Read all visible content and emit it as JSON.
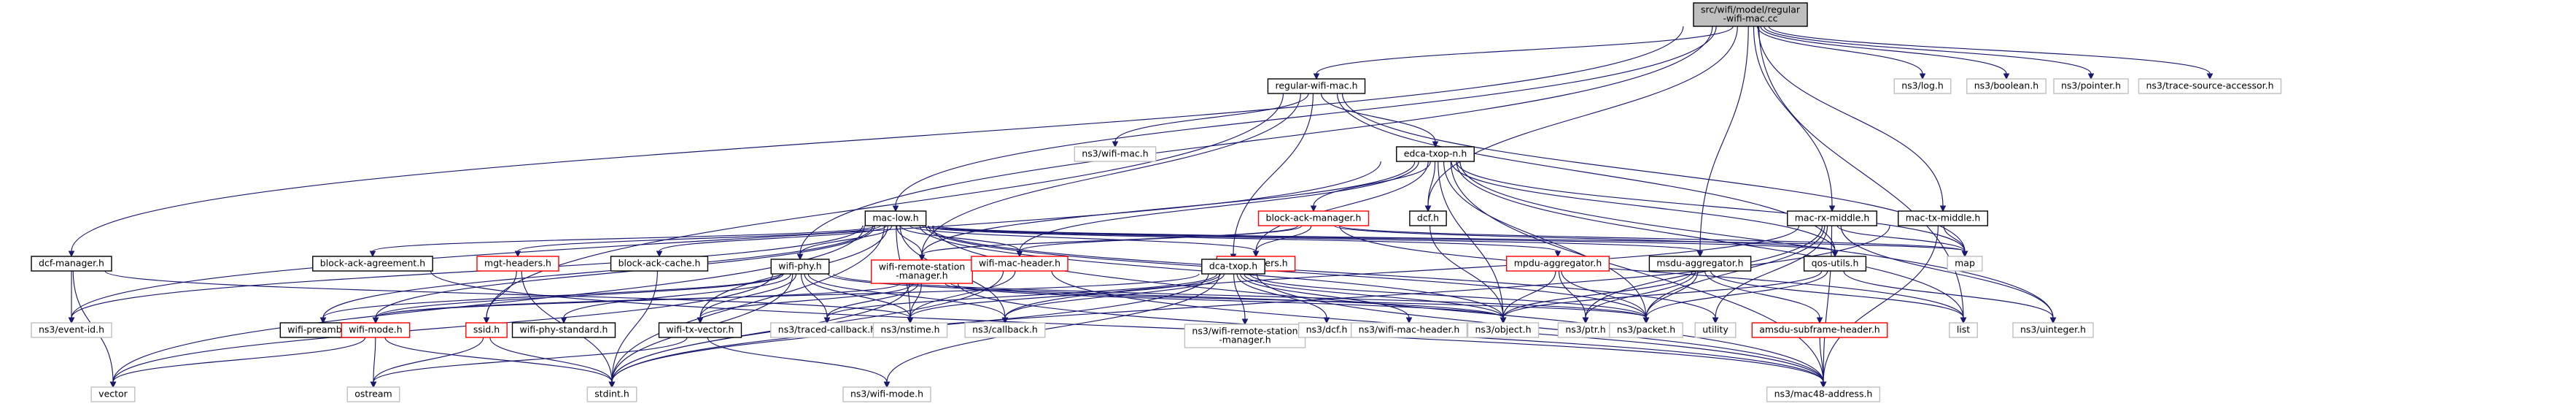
{
  "colors": {
    "edge": "#191970",
    "root_fill": "#bfbfbf",
    "border_documented": "#000000",
    "border_incomplete": "#ff0000",
    "border_external": "#bfbfbf"
  },
  "nodes": [
    {
      "id": "root",
      "lines": [
        "src/wifi/model/regular",
        "-wifi-mac.cc"
      ],
      "style": "root"
    },
    {
      "id": "regular_wifi_mac_h",
      "lines": [
        "regular-wifi-mac.h"
      ],
      "style": "documented"
    },
    {
      "id": "ns3_log_h",
      "lines": [
        "ns3/log.h"
      ],
      "style": "external"
    },
    {
      "id": "ns3_boolean_h",
      "lines": [
        "ns3/boolean.h"
      ],
      "style": "external"
    },
    {
      "id": "ns3_pointer_h",
      "lines": [
        "ns3/pointer.h"
      ],
      "style": "external"
    },
    {
      "id": "ns3_trace_source_accessor_h",
      "lines": [
        "ns3/trace-source-accessor.h"
      ],
      "style": "external"
    },
    {
      "id": "ns3_wifi_mac_h",
      "lines": [
        "ns3/wifi-mac.h"
      ],
      "style": "external"
    },
    {
      "id": "edca_txop_n_h",
      "lines": [
        "edca-txop-n.h"
      ],
      "style": "documented"
    },
    {
      "id": "mac_low_h",
      "lines": [
        "mac-low.h"
      ],
      "style": "documented"
    },
    {
      "id": "block_ack_manager_h",
      "lines": [
        "block-ack-manager.h"
      ],
      "style": "incomplete"
    },
    {
      "id": "dcf_h",
      "lines": [
        "dcf.h"
      ],
      "style": "documented"
    },
    {
      "id": "mac_rx_middle_h",
      "lines": [
        "mac-rx-middle.h"
      ],
      "style": "documented"
    },
    {
      "id": "mac_tx_middle_h",
      "lines": [
        "mac-tx-middle.h"
      ],
      "style": "documented"
    },
    {
      "id": "dcf_manager_h",
      "lines": [
        "dcf-manager.h"
      ],
      "style": "documented"
    },
    {
      "id": "block_ack_agreement_h",
      "lines": [
        "block-ack-agreement.h"
      ],
      "style": "documented"
    },
    {
      "id": "mgt_headers_h",
      "lines": [
        "mgt-headers.h"
      ],
      "style": "incomplete"
    },
    {
      "id": "block_ack_cache_h",
      "lines": [
        "block-ack-cache.h"
      ],
      "style": "documented"
    },
    {
      "id": "wifi_phy_h",
      "lines": [
        "wifi-phy.h"
      ],
      "style": "documented"
    },
    {
      "id": "wifi_remote_station_manager_h",
      "lines": [
        "wifi-remote-station",
        "-manager.h"
      ],
      "style": "incomplete"
    },
    {
      "id": "wifi_mac_header_h",
      "lines": [
        "wifi-mac-header.h"
      ],
      "style": "incomplete"
    },
    {
      "id": "ctrl_headers_h",
      "lines": [
        "ctrl-headers.h"
      ],
      "style": "incomplete"
    },
    {
      "id": "dca_txop_h",
      "lines": [
        "dca-txop.h"
      ],
      "style": "documented"
    },
    {
      "id": "mpdu_aggregator_h",
      "lines": [
        "mpdu-aggregator.h"
      ],
      "style": "incomplete"
    },
    {
      "id": "msdu_aggregator_h",
      "lines": [
        "msdu-aggregator.h"
      ],
      "style": "documented"
    },
    {
      "id": "qos_utils_h",
      "lines": [
        "qos-utils.h"
      ],
      "style": "documented"
    },
    {
      "id": "map",
      "lines": [
        "map"
      ],
      "style": "external"
    },
    {
      "id": "list",
      "lines": [
        "list"
      ],
      "style": "external"
    },
    {
      "id": "ns3_event_id_h",
      "lines": [
        "ns3/event-id.h"
      ],
      "style": "external"
    },
    {
      "id": "ssid_h",
      "lines": [
        "ssid.h"
      ],
      "style": "incomplete"
    },
    {
      "id": "wifi_preamble_h",
      "lines": [
        "wifi-preamble.h"
      ],
      "style": "documented"
    },
    {
      "id": "wifi_mode_h",
      "lines": [
        "wifi-mode.h"
      ],
      "style": "incomplete"
    },
    {
      "id": "wifi_phy_standard_h",
      "lines": [
        "wifi-phy-standard.h"
      ],
      "style": "documented"
    },
    {
      "id": "wifi_tx_vector_h",
      "lines": [
        "wifi-tx-vector.h"
      ],
      "style": "documented"
    },
    {
      "id": "ns3_traced_callback_h",
      "lines": [
        "ns3/traced-callback.h"
      ],
      "style": "external"
    },
    {
      "id": "ns3_nstime_h",
      "lines": [
        "ns3/nstime.h"
      ],
      "style": "external"
    },
    {
      "id": "ns3_callback_h",
      "lines": [
        "ns3/callback.h"
      ],
      "style": "external"
    },
    {
      "id": "ns3_wifi_remote_station_manager_h",
      "lines": [
        "ns3/wifi-remote-station",
        "-manager.h"
      ],
      "style": "external"
    },
    {
      "id": "ns3_dcf_h",
      "lines": [
        "ns3/dcf.h"
      ],
      "style": "external"
    },
    {
      "id": "ns3_wifi_mac_header_h",
      "lines": [
        "ns3/wifi-mac-header.h"
      ],
      "style": "external"
    },
    {
      "id": "ns3_object_h",
      "lines": [
        "ns3/object.h"
      ],
      "style": "external"
    },
    {
      "id": "ns3_ptr_h",
      "lines": [
        "ns3/ptr.h"
      ],
      "style": "external"
    },
    {
      "id": "ns3_packet_h",
      "lines": [
        "ns3/packet.h"
      ],
      "style": "external"
    },
    {
      "id": "utility",
      "lines": [
        "utility"
      ],
      "style": "external"
    },
    {
      "id": "amsdu_subframe_header_h",
      "lines": [
        "amsdu-subframe-header.h"
      ],
      "style": "incomplete"
    },
    {
      "id": "ns3_uinteger_h",
      "lines": [
        "ns3/uinteger.h"
      ],
      "style": "external"
    },
    {
      "id": "vector",
      "lines": [
        "vector"
      ],
      "style": "external"
    },
    {
      "id": "ostream",
      "lines": [
        "ostream"
      ],
      "style": "external"
    },
    {
      "id": "stdint_h",
      "lines": [
        "stdint.h"
      ],
      "style": "external"
    },
    {
      "id": "ns3_wifi_mode_h",
      "lines": [
        "ns3/wifi-mode.h"
      ],
      "style": "external"
    },
    {
      "id": "ns3_mac48_address_h",
      "lines": [
        "ns3/mac48-address.h"
      ],
      "style": "external"
    }
  ],
  "edges": [
    [
      "root",
      "regular_wifi_mac_h"
    ],
    [
      "root",
      "ns3_log_h"
    ],
    [
      "root",
      "ns3_boolean_h"
    ],
    [
      "root",
      "ns3_pointer_h"
    ],
    [
      "root",
      "ns3_trace_source_accessor_h"
    ],
    [
      "root",
      "mac_low_h"
    ],
    [
      "root",
      "dcf_h"
    ],
    [
      "root",
      "mac_rx_middle_h"
    ],
    [
      "root",
      "mac_tx_middle_h"
    ],
    [
      "root",
      "dcf_manager_h"
    ],
    [
      "root",
      "wifi_phy_h"
    ],
    [
      "root",
      "msdu_aggregator_h"
    ],
    [
      "root",
      "list"
    ],
    [
      "regular_wifi_mac_h",
      "ns3_wifi_mac_h"
    ],
    [
      "regular_wifi_mac_h",
      "edca_txop_n_h"
    ],
    [
      "regular_wifi_mac_h",
      "dca_txop_h"
    ],
    [
      "regular_wifi_mac_h",
      "wifi_remote_station_manager_h"
    ],
    [
      "regular_wifi_mac_h",
      "ssid_h"
    ],
    [
      "regular_wifi_mac_h",
      "qos_utils_h"
    ],
    [
      "regular_wifi_mac_h",
      "map"
    ],
    [
      "edca_txop_n_h",
      "block_ack_manager_h"
    ],
    [
      "edca_txop_n_h",
      "dcf_h"
    ],
    [
      "edca_txop_n_h",
      "ctrl_headers_h"
    ],
    [
      "edca_txop_n_h",
      "wifi_remote_station_manager_h"
    ],
    [
      "edca_txop_n_h",
      "wifi_mac_header_h"
    ],
    [
      "edca_txop_n_h",
      "qos_utils_h"
    ],
    [
      "edca_txop_n_h",
      "map"
    ],
    [
      "edca_txop_n_h",
      "list"
    ],
    [
      "edca_txop_n_h",
      "ns3_event_id_h"
    ],
    [
      "edca_txop_n_h",
      "ns3_object_h"
    ],
    [
      "edca_txop_n_h",
      "ns3_packet_h"
    ],
    [
      "edca_txop_n_h",
      "ns3_mac48_address_h"
    ],
    [
      "edca_txop_n_h",
      "ns3_uinteger_h"
    ],
    [
      "block_ack_manager_h",
      "ctrl_headers_h"
    ],
    [
      "block_ack_manager_h",
      "wifi_mac_header_h"
    ],
    [
      "block_ack_manager_h",
      "qos_utils_h"
    ],
    [
      "block_ack_manager_h",
      "map"
    ],
    [
      "block_ack_manager_h",
      "wifi_remote_station_manager_h"
    ],
    [
      "block_ack_manager_h",
      "list"
    ],
    [
      "mac_low_h",
      "block_ack_agreement_h"
    ],
    [
      "mac_low_h",
      "mgt_headers_h"
    ],
    [
      "mac_low_h",
      "block_ack_cache_h"
    ],
    [
      "mac_low_h",
      "wifi_phy_h"
    ],
    [
      "mac_low_h",
      "wifi_remote_station_manager_h"
    ],
    [
      "mac_low_h",
      "wifi_mac_header_h"
    ],
    [
      "mac_low_h",
      "ctrl_headers_h"
    ],
    [
      "mac_low_h",
      "mpdu_aggregator_h"
    ],
    [
      "mac_low_h",
      "msdu_aggregator_h"
    ],
    [
      "mac_low_h",
      "qos_utils_h"
    ],
    [
      "mac_low_h",
      "map"
    ],
    [
      "mac_low_h",
      "ns3_event_id_h"
    ],
    [
      "mac_low_h",
      "ns3_nstime_h"
    ],
    [
      "mac_low_h",
      "ns3_callback_h"
    ],
    [
      "mac_low_h",
      "wifi_preamble_h"
    ],
    [
      "mac_low_h",
      "wifi_mode_h"
    ],
    [
      "mac_low_h",
      "wifi_tx_vector_h"
    ],
    [
      "mac_low_h",
      "vector"
    ],
    [
      "mac_low_h",
      "ns3_packet_h"
    ],
    [
      "mac_low_h",
      "ns3_object_h"
    ],
    [
      "mac_low_h",
      "ns3_mac48_address_h"
    ],
    [
      "mac_low_h",
      "stdint_h"
    ],
    [
      "mac_low_h",
      "utility"
    ],
    [
      "dcf_h",
      "ns3_object_h"
    ],
    [
      "mac_rx_middle_h",
      "map"
    ],
    [
      "mac_rx_middle_h",
      "ns3_packet_h"
    ],
    [
      "mac_rx_middle_h",
      "ns3_callback_h"
    ],
    [
      "mac_rx_middle_h",
      "ns3_mac48_address_h"
    ],
    [
      "mac_rx_middle_h",
      "utility"
    ],
    [
      "mac_rx_middle_h",
      "ns3_ptr_h"
    ],
    [
      "mac_rx_middle_h",
      "ns3_uinteger_h"
    ],
    [
      "mac_tx_middle_h",
      "map"
    ],
    [
      "mac_tx_middle_h",
      "ns3_mac48_address_h"
    ],
    [
      "mac_tx_middle_h",
      "stdint_h"
    ],
    [
      "dcf_manager_h",
      "vector"
    ],
    [
      "dcf_manager_h",
      "ns3_event_id_h"
    ],
    [
      "dcf_manager_h",
      "ns3_nstime_h"
    ],
    [
      "block_ack_agreement_h",
      "ns3_mac48_address_h"
    ],
    [
      "mgt_headers_h",
      "ssid_h"
    ],
    [
      "mgt_headers_h",
      "stdint_h"
    ],
    [
      "block_ack_cache_h",
      "stdint_h"
    ],
    [
      "wifi_phy_h",
      "wifi_mode_h"
    ],
    [
      "wifi_phy_h",
      "wifi_preamble_h"
    ],
    [
      "wifi_phy_h",
      "wifi_phy_standard_h"
    ],
    [
      "wifi_phy_h",
      "wifi_tx_vector_h"
    ],
    [
      "wifi_phy_h",
      "ns3_traced_callback_h"
    ],
    [
      "wifi_phy_h",
      "ns3_nstime_h"
    ],
    [
      "wifi_phy_h",
      "ns3_callback_h"
    ],
    [
      "wifi_phy_h",
      "ns3_object_h"
    ],
    [
      "wifi_phy_h",
      "ns3_packet_h"
    ],
    [
      "wifi_phy_h",
      "stdint_h"
    ],
    [
      "wifi_phy_h",
      "vector"
    ],
    [
      "wifi_remote_station_manager_h",
      "wifi_mode_h"
    ],
    [
      "wifi_remote_station_manager_h",
      "wifi_tx_vector_h"
    ],
    [
      "wifi_remote_station_manager_h",
      "ns3_traced_callback_h"
    ],
    [
      "wifi_remote_station_manager_h",
      "ns3_nstime_h"
    ],
    [
      "wifi_remote_station_manager_h",
      "ns3_object_h"
    ],
    [
      "wifi_remote_station_manager_h",
      "ns3_packet_h"
    ],
    [
      "wifi_remote_station_manager_h",
      "ns3_mac48_address_h"
    ],
    [
      "wifi_remote_station_manager_h",
      "stdint_h"
    ],
    [
      "wifi_mac_header_h",
      "ns3_nstime_h"
    ],
    [
      "wifi_mac_header_h",
      "ns3_mac48_address_h"
    ],
    [
      "wifi_mac_header_h",
      "stdint_h"
    ],
    [
      "dca_txop_h",
      "ns3_callback_h"
    ],
    [
      "dca_txop_h",
      "ns3_traced_callback_h"
    ],
    [
      "dca_txop_h",
      "ns3_nstime_h"
    ],
    [
      "dca_txop_h",
      "ns3_wifi_remote_station_manager_h"
    ],
    [
      "dca_txop_h",
      "ns3_dcf_h"
    ],
    [
      "dca_txop_h",
      "ns3_wifi_mac_header_h"
    ],
    [
      "dca_txop_h",
      "ns3_object_h"
    ],
    [
      "dca_txop_h",
      "ns3_packet_h"
    ],
    [
      "dca_txop_h",
      "ns3_mac48_address_h"
    ],
    [
      "dca_txop_h",
      "ns3_wifi_mode_h"
    ],
    [
      "dca_txop_h",
      "wifi_mode_h"
    ],
    [
      "dca_txop_h",
      "stdint_h"
    ],
    [
      "mpdu_aggregator_h",
      "ns3_ptr_h"
    ],
    [
      "mpdu_aggregator_h",
      "ns3_packet_h"
    ],
    [
      "mpdu_aggregator_h",
      "ns3_object_h"
    ],
    [
      "msdu_aggregator_h",
      "ns3_ptr_h"
    ],
    [
      "msdu_aggregator_h",
      "ns3_packet_h"
    ],
    [
      "msdu_aggregator_h",
      "ns3_object_h"
    ],
    [
      "msdu_aggregator_h",
      "amsdu_subframe_header_h"
    ],
    [
      "msdu_aggregator_h",
      "list"
    ],
    [
      "qos_utils_h",
      "ns3_packet_h"
    ],
    [
      "qos_utils_h",
      "ns3_uinteger_h"
    ],
    [
      "qos_utils_h",
      "ns3_object_h"
    ],
    [
      "amsdu_subframe_header_h",
      "ns3_mac48_address_h"
    ],
    [
      "ssid_h",
      "stdint_h"
    ],
    [
      "ssid_h",
      "ostream"
    ],
    [
      "wifi_mode_h",
      "stdint_h"
    ],
    [
      "wifi_mode_h",
      "ostream"
    ],
    [
      "wifi_mode_h",
      "vector"
    ],
    [
      "wifi_tx_vector_h",
      "ns3_wifi_mode_h"
    ],
    [
      "wifi_tx_vector_h",
      "ostream"
    ]
  ]
}
